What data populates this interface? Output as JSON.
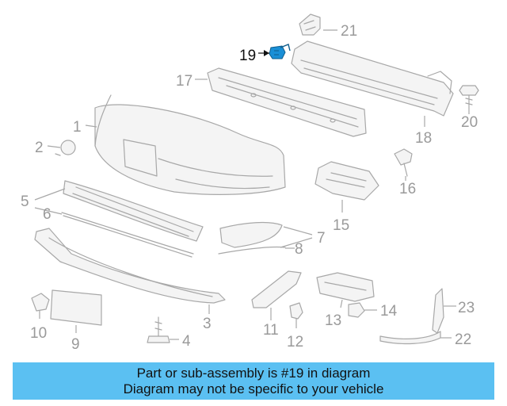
{
  "diagram": {
    "highlight_color": "#1a8fd6",
    "callouts": {
      "c1": "1",
      "c2": "2",
      "c3": "3",
      "c4": "4",
      "c5": "5",
      "c6": "6",
      "c7": "7",
      "c8": "8",
      "c9": "9",
      "c10": "10",
      "c11": "11",
      "c12": "12",
      "c13": "13",
      "c14": "14",
      "c15": "15",
      "c16": "16",
      "c17": "17",
      "c18": "18",
      "c19": "19",
      "c20": "20",
      "c21": "21",
      "c22": "22",
      "c23": "23"
    },
    "highlighted_part": "19"
  },
  "banner": {
    "background": "#5bc0f2",
    "line1": "Part or sub-assembly is #19 in diagram",
    "line2": "Diagram may not be specific to your vehicle"
  }
}
